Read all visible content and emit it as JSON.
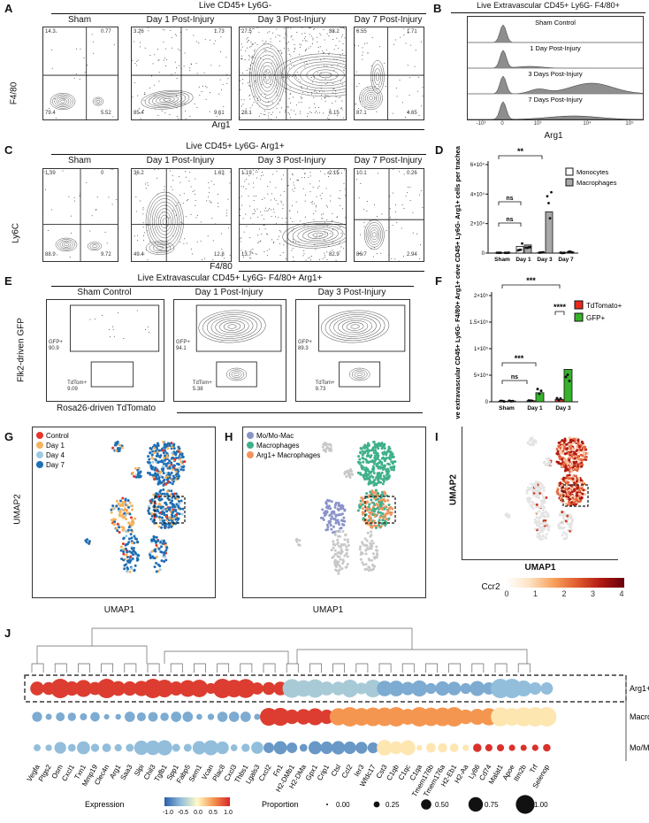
{
  "panelA": {
    "letter": "A",
    "header": "Live CD45+ Ly6G-",
    "xaxis": "Arg1",
    "yaxis": "F4/80",
    "plots": [
      {
        "title": "Sham",
        "q": [
          "14.3",
          "0.77",
          "79.4",
          "5.52"
        ]
      },
      {
        "title": "Day 1 Post-Injury",
        "q": [
          "3.26",
          "1.73",
          "85.4",
          "9.61"
        ]
      },
      {
        "title": "Day 3 Post-Injury",
        "q": [
          "27.5",
          "38.2",
          "28.1",
          "6.15"
        ]
      },
      {
        "title": "Day 7 Post-Injury",
        "q": [
          "6.55",
          "1.71",
          "87.1",
          "4.65"
        ]
      }
    ]
  },
  "panelB": {
    "letter": "B",
    "header": "Live Extravascular CD45+ Ly6G- F4/80+",
    "xaxis": "Arg1",
    "rows": [
      "Sham Control",
      "1 Day Post-Injury",
      "3 Days Post-Injury",
      "7 Days Post-Injury"
    ],
    "ticks": [
      "-10³",
      "0",
      "10³",
      "10⁴",
      "10⁵"
    ]
  },
  "panelC": {
    "letter": "C",
    "header": "Live CD45+ Ly6G- Arg1+",
    "xaxis": "F4/80",
    "yaxis": "Ly6C",
    "plots": [
      {
        "title": "Sham",
        "q": [
          "1.39",
          "0",
          "88.9",
          "9.72"
        ]
      },
      {
        "title": "Day 1 Post-Injury",
        "q": [
          "36.2",
          "1.63",
          "49.4",
          "12.8"
        ]
      },
      {
        "title": "Day 3 Post-Injury",
        "q": [
          "1.19",
          "2.15",
          "13.7",
          "82.9"
        ]
      },
      {
        "title": "Day 7 Post-Injury",
        "q": [
          "10.1",
          "0.26",
          "86.7",
          "2.94"
        ]
      }
    ]
  },
  "panelD": {
    "letter": "D",
    "ylabel": "live CD45+ Ly6G- Arg1+ cells per trachea",
    "yticks": [
      "0",
      "2×10⁴",
      "4×10⁴",
      "6×10⁴"
    ],
    "groups": [
      "Sham",
      "Day 1",
      "Day 3",
      "Day 7"
    ],
    "legend": [
      "Monocytes",
      "Macrophages"
    ],
    "sig": [
      "**",
      "ns",
      "ns"
    ]
  },
  "panelE": {
    "letter": "E",
    "header": "Live Extravascular CD45+ Ly6G- F4/80+ Arg1+",
    "xaxis": "Rosa26-driven TdTomato",
    "yaxis": "Flk2-driven GFP",
    "plots": [
      {
        "title": "Sham Control",
        "gfp": "GFP+",
        "gfpv": "90.9",
        "td": "TdTom+",
        "tdv": "9.09"
      },
      {
        "title": "Day 1 Post-Injury",
        "gfp": "GFP+",
        "gfpv": "94.1",
        "td": "TdTom+",
        "tdv": "5.38"
      },
      {
        "title": "Day 3 Post-Injury",
        "gfp": "GFP+",
        "gfpv": "89.3",
        "td": "TdTom+",
        "tdv": "9.73"
      }
    ]
  },
  "panelF": {
    "letter": "F",
    "ylabel": "live extravascular CD45+ Ly6G- F4/80+ Arg1+ cells",
    "yticks": [
      "0",
      "5×10⁴",
      "1×10⁵",
      "1.5×10⁵",
      "2×10⁵"
    ],
    "groups": [
      "Sham",
      "Day 1",
      "Day 3"
    ],
    "legend": [
      "TdTomato+",
      "GFP+"
    ],
    "sig": [
      "***",
      "****",
      "***",
      "ns"
    ]
  },
  "panelG": {
    "letter": "G",
    "legend": [
      "Control",
      "Day 1",
      "Day 4",
      "Day 7"
    ],
    "xaxis": "UMAP1",
    "yaxis": "UMAP2"
  },
  "panelH": {
    "letter": "H",
    "legend": [
      "Mo/Mo-Mac",
      "Macrophages",
      "Arg1+ Macrophages"
    ],
    "xaxis": "UMAP1"
  },
  "panelI": {
    "letter": "I",
    "xaxis": "UMAP1",
    "yaxis": "UMAP2",
    "colorbar_label": "Ccr2",
    "colorbar_ticks": [
      "0",
      "1",
      "2",
      "3",
      "4"
    ]
  },
  "panelJ": {
    "letter": "J",
    "rows": [
      "Arg1+ Macs",
      "Macrophages",
      "Mo/Mo-Mac"
    ],
    "genes": [
      "Vegfa",
      "Ptgs2",
      "Osm",
      "Cxcl1",
      "Txn1",
      "Mmp19",
      "Clec4n",
      "Arg1",
      "Saa3",
      "Slpi",
      "Chil3",
      "Tgfb1",
      "Spp1",
      "Fabp5",
      "Sem1",
      "Vcan",
      "Plac8",
      "Cxcl3",
      "Thbs1",
      "Lgals3",
      "Cxcl2",
      "Fn1",
      "H2-DMb1",
      "H2-DMa",
      "Gpx1",
      "Crip1",
      "Ctsl",
      "Ccl2",
      "Ier3",
      "Wfdc17",
      "Cst3",
      "C1qb",
      "C1qc",
      "C1qa",
      "Tmem176b",
      "Tmem176a",
      "H2-Eb1",
      "H2-Aa",
      "Ly86",
      "Cd74",
      "Malat1",
      "Apoe",
      "Itm2b",
      "Trf",
      "Selenop"
    ],
    "expression_label": "Expression",
    "expression_ticks": [
      "-1.0",
      "-0.5",
      "0.0",
      "0.5",
      "1.0"
    ],
    "proportion_label": "Proportion",
    "proportion_ticks": [
      "0.00",
      "0.25",
      "0.50",
      "0.75",
      "1.00"
    ]
  }
}
